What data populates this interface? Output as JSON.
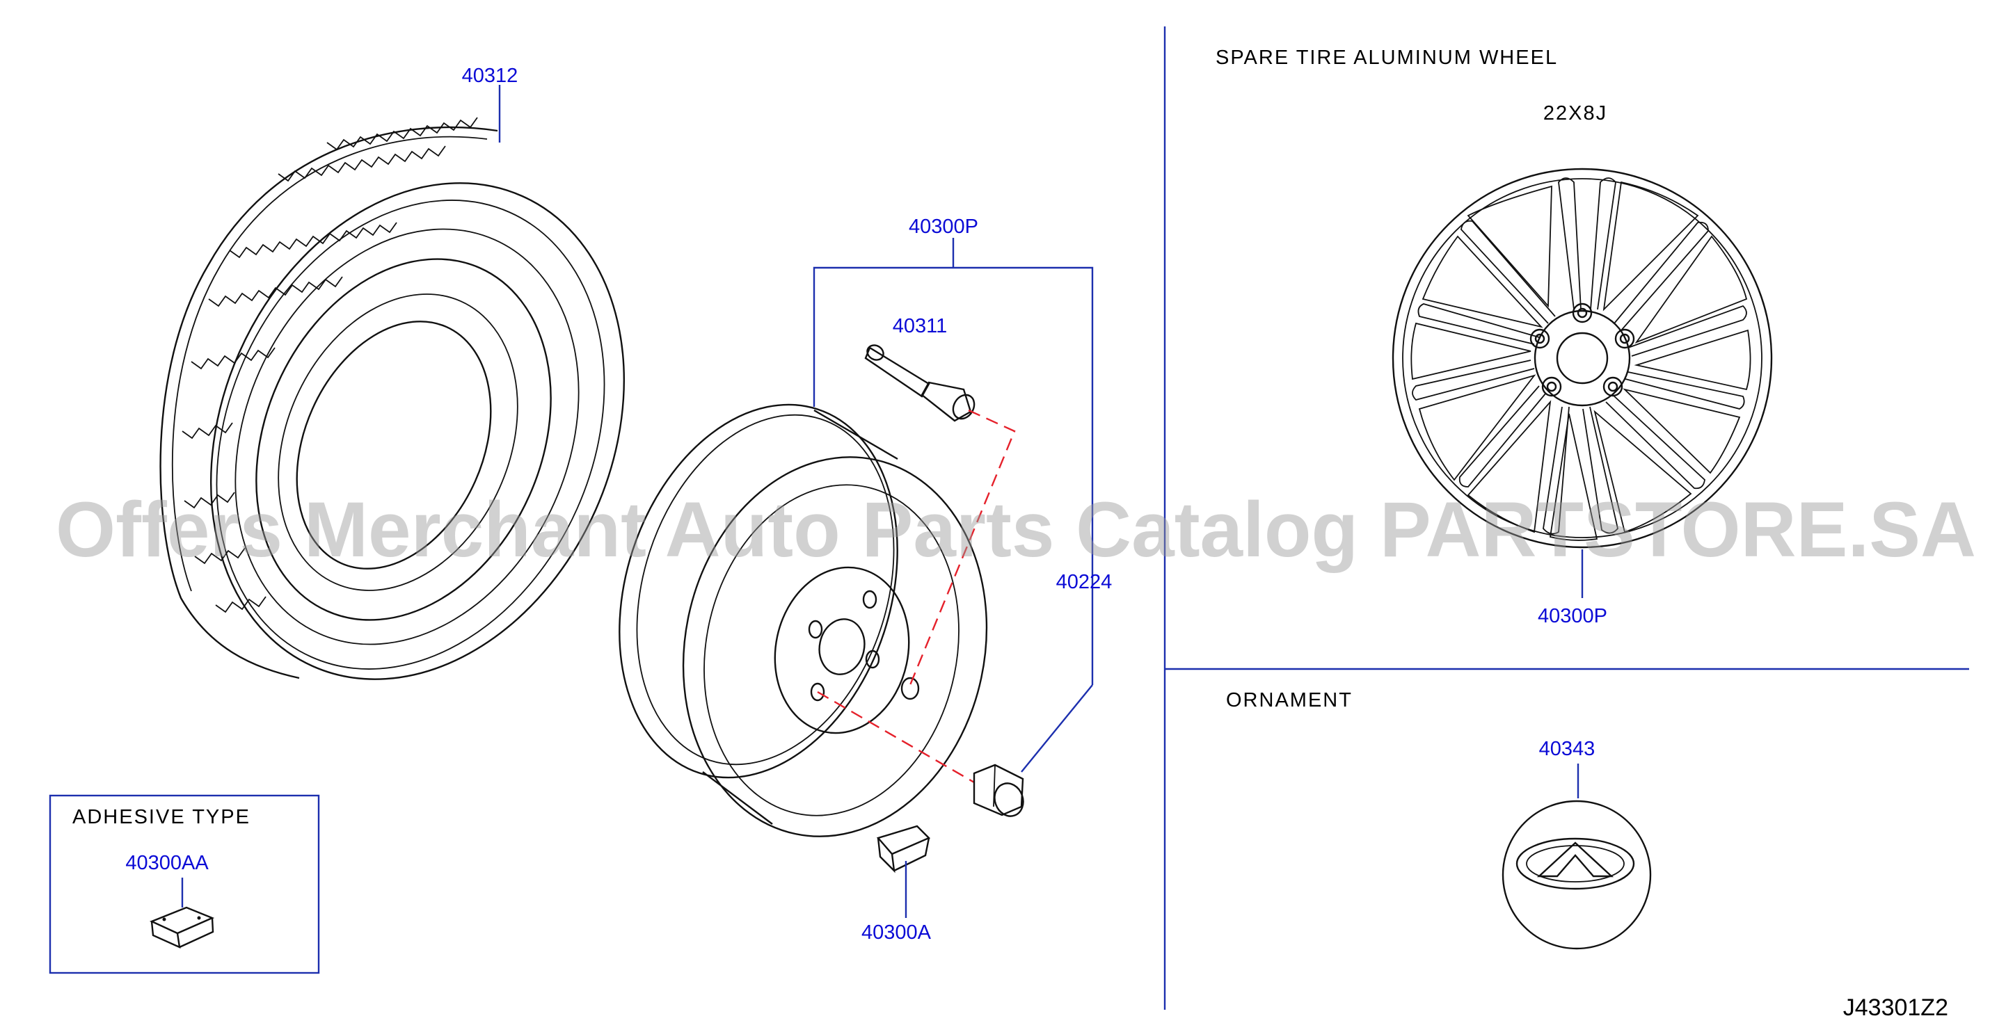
{
  "diagram": {
    "part_labels": {
      "tire": "40312",
      "road_wheel_assy": "40300P",
      "valve": "40311",
      "wheel_nut": "40224",
      "balance_weight": "40300A",
      "adhesive_weight": "40300AA",
      "aluminum_wheel": "40300P",
      "ornament": "40343"
    },
    "sections": {
      "spare_tire": "SPARE TIRE ALUMINUM WHEEL",
      "wheel_size": "22X8J",
      "ornament": "ORNAMENT",
      "adhesive": "ADHESIVE TYPE"
    },
    "diagram_code": "J43301Z2",
    "watermark": "Offers Merchant Auto Parts Catalog PARTSTORE.SA"
  }
}
